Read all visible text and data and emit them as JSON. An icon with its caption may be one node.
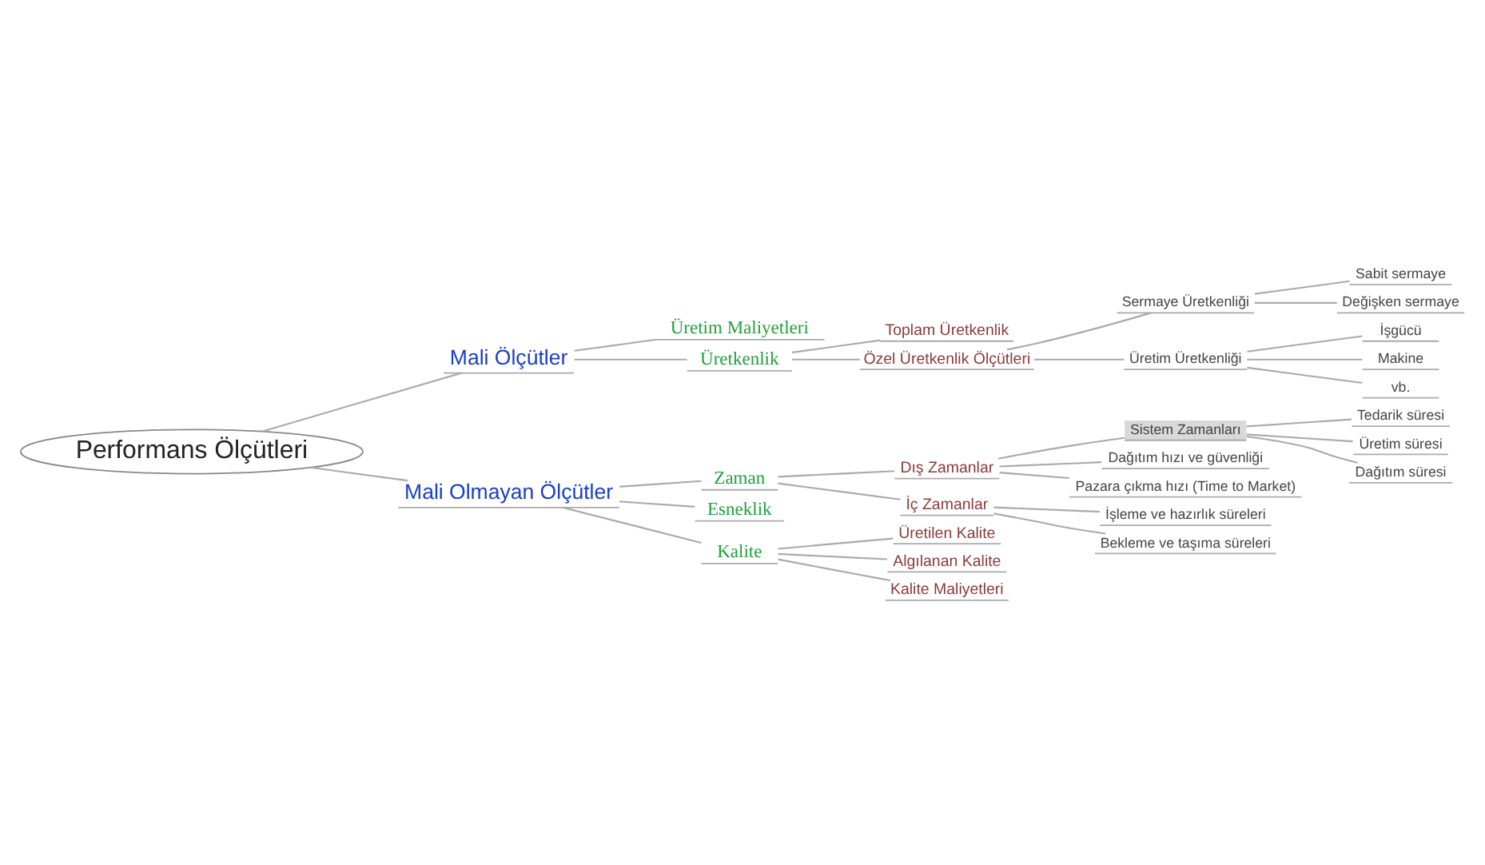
{
  "diagram": {
    "nodes": [
      {
        "text": [
          "Performans Ölçütleri"
        ]
      },
      {
        "text": [
          "Mali Ölçütler"
        ]
      },
      {
        "text": [
          "Üretim Maliyetleri"
        ]
      },
      {
        "text": [
          "Üretkenlik"
        ]
      },
      {
        "text": [
          "Toplam Üretkenlik"
        ]
      },
      {
        "text": [
          "Özel Üretkenlik Ölçütleri"
        ]
      },
      {
        "text": [
          "Sermaye Üretkenliği"
        ]
      },
      {
        "text": [
          "Sabit sermaye"
        ]
      },
      {
        "text": [
          "Değişken sermaye"
        ]
      },
      {
        "text": [
          "Üretim Üretkenliği"
        ]
      },
      {
        "text": [
          "İşgücü"
        ]
      },
      {
        "text": [
          "Makine"
        ]
      },
      {
        "text": [
          "vb."
        ]
      },
      {
        "text": [
          "Mali Olmayan Ölçütler"
        ]
      },
      {
        "text": [
          "Zaman"
        ]
      },
      {
        "text": [
          "Dış Zamanlar"
        ]
      },
      {
        "text": [
          "Sistem Zamanları"
        ]
      },
      {
        "text": [
          "Tedarik süresi"
        ]
      },
      {
        "text": [
          "Üretim süresi"
        ]
      },
      {
        "text": [
          "Dağıtım süresi"
        ]
      },
      {
        "text": [
          "Dağıtım hızı ve güvenliği"
        ]
      },
      {
        "text": [
          "Pazara çıkma hızı (Time to Market)"
        ]
      },
      {
        "text": [
          "İç Zamanlar"
        ]
      },
      {
        "text": [
          "İşleme ve hazırlık süreleri"
        ]
      },
      {
        "text": [
          "Bekleme ve taşıma süreleri"
        ]
      },
      {
        "text": [
          "Esneklik"
        ]
      },
      {
        "text": [
          "Kalite"
        ]
      },
      {
        "text": [
          "Üretilen Kalite"
        ]
      },
      {
        "text": [
          "Algılanan Kalite"
        ]
      },
      {
        "text": [
          "Kalite Maliyetleri"
        ]
      }
    ],
    "edges": [
      {
        "from": 0,
        "to": 1,
        "arrow": "none"
      },
      {
        "from": 1,
        "to": 2,
        "arrow": "none"
      },
      {
        "from": 1,
        "to": 3,
        "arrow": "none"
      },
      {
        "from": 3,
        "to": 4,
        "arrow": "none"
      },
      {
        "from": 3,
        "to": 5,
        "arrow": "none"
      },
      {
        "from": 5,
        "to": 6,
        "arrow": "none"
      },
      {
        "from": 6,
        "to": 7,
        "arrow": "none"
      },
      {
        "from": 6,
        "to": 8,
        "arrow": "none"
      },
      {
        "from": 5,
        "to": 9,
        "arrow": "none"
      },
      {
        "from": 9,
        "to": 10,
        "arrow": "none"
      },
      {
        "from": 9,
        "to": 11,
        "arrow": "none"
      },
      {
        "from": 9,
        "to": 12,
        "arrow": "none"
      },
      {
        "from": 0,
        "to": 13,
        "arrow": "none"
      },
      {
        "from": 13,
        "to": 14,
        "arrow": "none"
      },
      {
        "from": 14,
        "to": 15,
        "arrow": "none"
      },
      {
        "from": 15,
        "to": 16,
        "arrow": "none"
      },
      {
        "from": 16,
        "to": 17,
        "arrow": "none"
      },
      {
        "from": 16,
        "to": 18,
        "arrow": "none"
      },
      {
        "from": 16,
        "to": 19,
        "arrow": "none"
      },
      {
        "from": 15,
        "to": 20,
        "arrow": "none"
      },
      {
        "from": 15,
        "to": 21,
        "arrow": "none"
      },
      {
        "from": 14,
        "to": 22,
        "arrow": "none"
      },
      {
        "from": 22,
        "to": 23,
        "arrow": "none"
      },
      {
        "from": 22,
        "to": 24,
        "arrow": "none"
      },
      {
        "from": 13,
        "to": 25,
        "arrow": "none"
      },
      {
        "from": 13,
        "to": 26,
        "arrow": "none"
      },
      {
        "from": 26,
        "to": 27,
        "arrow": "none"
      },
      {
        "from": 26,
        "to": 28,
        "arrow": "none"
      },
      {
        "from": 26,
        "to": 29,
        "arrow": "none"
      }
    ]
  }
}
